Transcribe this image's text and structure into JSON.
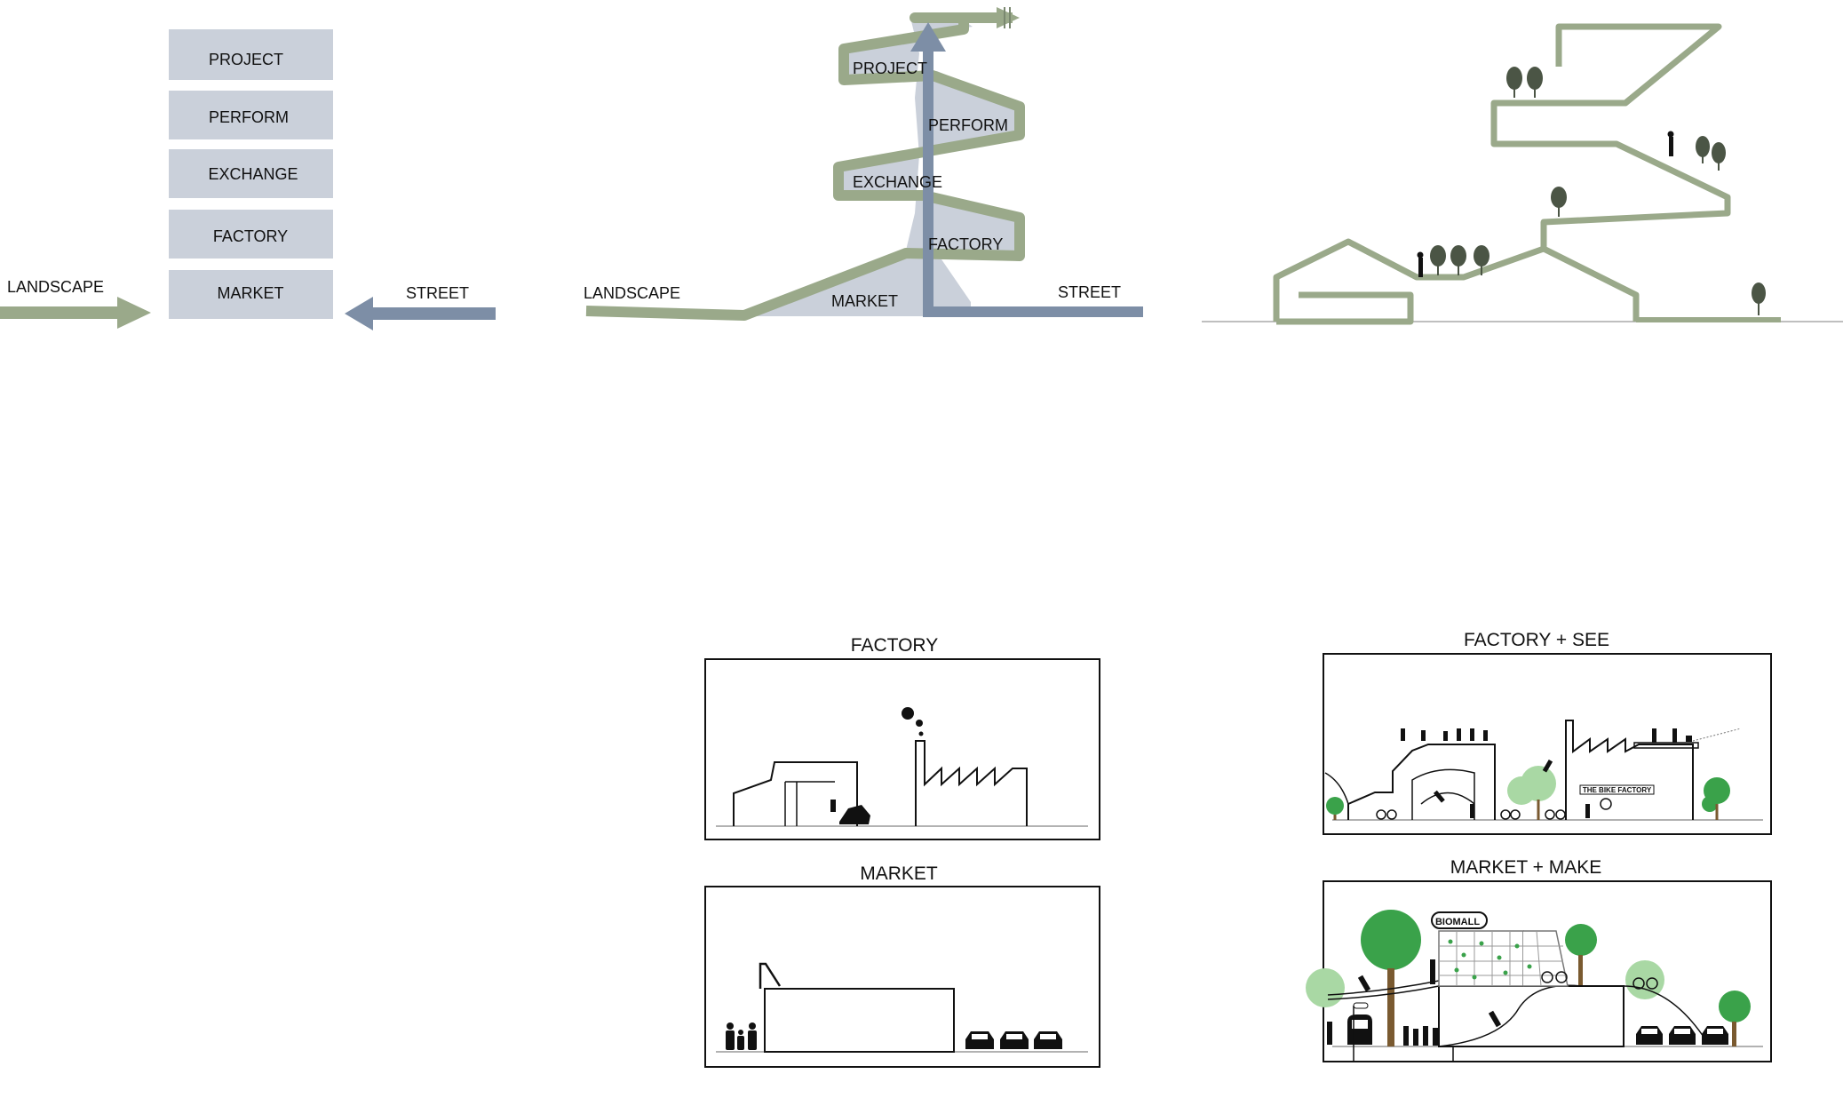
{
  "colors": {
    "green": "#9aa98a",
    "blue": "#7d8ea6",
    "box": "#cad0da",
    "tree_dark": "#4b5545",
    "tree_green": "#3aa24a",
    "tree_light": "#a9d8a4"
  },
  "diagram1": {
    "blocks": [
      "PROJECT",
      "PERFORM",
      "EXCHANGE",
      "FACTORY",
      "MARKET"
    ],
    "left_label": "LANDSCAPE",
    "right_label": "STREET"
  },
  "diagram2": {
    "levels": [
      "PROJECT",
      "PERFORM",
      "EXCHANGE",
      "FACTORY",
      "MARKET"
    ],
    "left_label": "LANDSCAPE",
    "right_label": "STREET"
  },
  "sections": {
    "factory": "FACTORY",
    "market": "MARKET",
    "factory_see": "FACTORY +  SEE",
    "market_make": "MARKET +  MAKE",
    "bike_sign": "THE BIKE FACTORY",
    "biomall_sign": "BIOMALL"
  }
}
